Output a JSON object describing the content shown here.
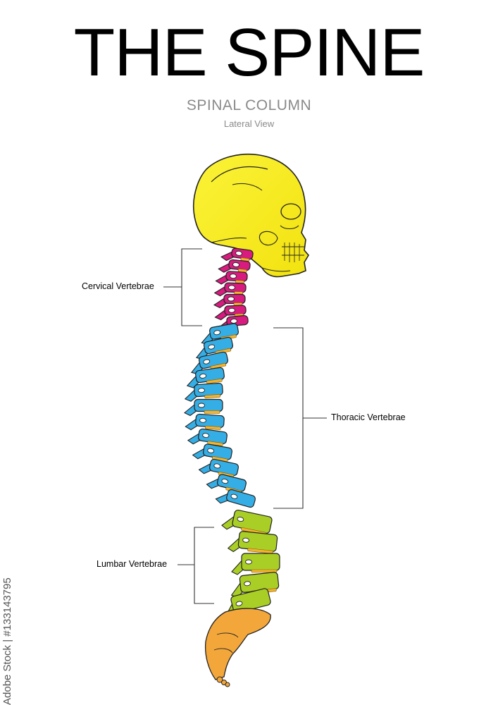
{
  "title": "THE SPINE",
  "subtitle": "SPINAL COLUMN",
  "caption": "Lateral View",
  "labels": {
    "cervical": "Cervical Vertebrae",
    "thoracic": "Thoracic Vertebrae",
    "lumbar": "Lumbar Vertebrae"
  },
  "credit": "Adobe Stock | #133143795",
  "colors": {
    "skull": "#f6ef1a",
    "cervical": "#d81b7f",
    "thoracic": "#35aee6",
    "lumbar": "#a9cf26",
    "sacrum": "#f3a73b",
    "disc": "#f1b431"
  }
}
